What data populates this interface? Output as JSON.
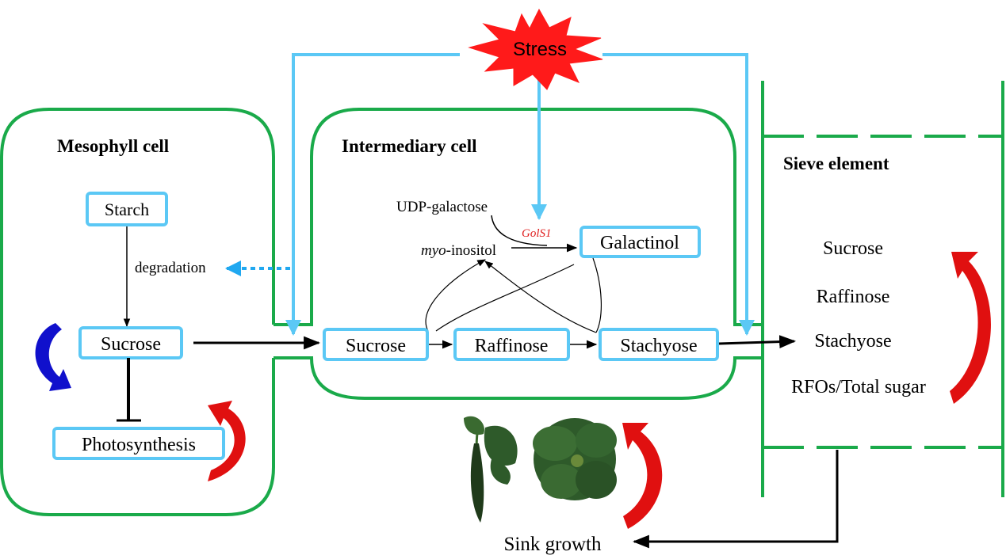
{
  "stress": {
    "label": "Stress"
  },
  "cells": {
    "mesophyll": "Mesophyll cell",
    "intermediary": "Intermediary cell",
    "sieve": "Sieve element"
  },
  "mesophyll": {
    "starch": "Starch",
    "degradation": "degradation",
    "sucrose": "Sucrose",
    "photosynthesis": "Photosynthesis"
  },
  "intermediary": {
    "udp_galactose": "UDP-galactose",
    "myo_prefix": "myo",
    "myo_suffix": "-inositol",
    "gene": "GolS1",
    "galactinol": "Galactinol",
    "sucrose": "Sucrose",
    "raffinose": "Raffinose",
    "stachyose": "Stachyose"
  },
  "sieve_items": [
    "Sucrose",
    "Raffinose",
    "Stachyose",
    "RFOs/Total sugar"
  ],
  "sink": {
    "label": "Sink growth"
  },
  "colors": {
    "cell_border": "#1aaa4a",
    "stress_arrow": "#5bc8f5",
    "node_border": "#5bc8f5",
    "stress_burst": "#ff1a1a",
    "gene_text": "#e02020",
    "up_arrow": "#e01010",
    "feedback_arrow": "#1010cc",
    "degradation_arrow": "#20a8f0",
    "plant_leaf": "#2e5a2a"
  }
}
